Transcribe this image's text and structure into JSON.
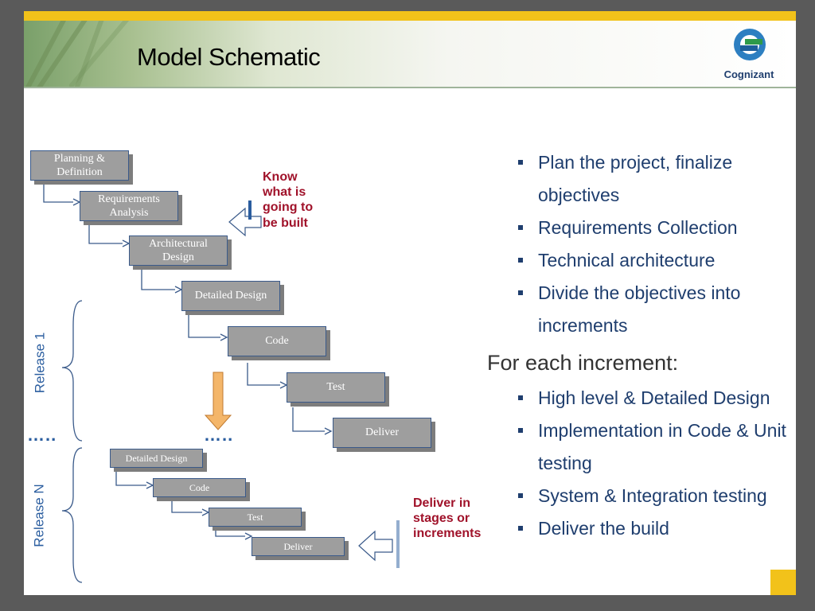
{
  "slide": {
    "title": "Model Schematic",
    "logo_text": "Cognizant"
  },
  "colors": {
    "accent_yellow": "#f2c21a",
    "callout_red": "#a0122a",
    "text_blue": "#1f3e6e",
    "release_blue": "#2a5d9f",
    "box_gray": "#9e9e9e"
  },
  "release1": {
    "label": "Release 1",
    "steps": [
      "Planning &\nDefinition",
      "Requirements\nAnalysis",
      "Architectural\nDesign",
      "Detailed Design",
      "Code",
      "Test",
      "Deliver"
    ]
  },
  "releaseN": {
    "label": "Release N",
    "steps": [
      "Detailed Design",
      "Code",
      "Test",
      "Deliver"
    ]
  },
  "callouts": {
    "know": "Know\nwhat is\ngoing to\nbe built",
    "deliver": "Deliver in\nstages or\nincrements"
  },
  "ellipsis": "…..",
  "bullets": {
    "top": [
      "Plan the project, finalize objectives",
      "Requirements Collection",
      "Technical architecture",
      "Divide the objectives into increments"
    ],
    "for_each": "For each increment:",
    "bottom": [
      "High level & Detailed Design",
      "Implementation in Code & Unit testing",
      "System & Integration testing",
      "Deliver the build"
    ]
  }
}
